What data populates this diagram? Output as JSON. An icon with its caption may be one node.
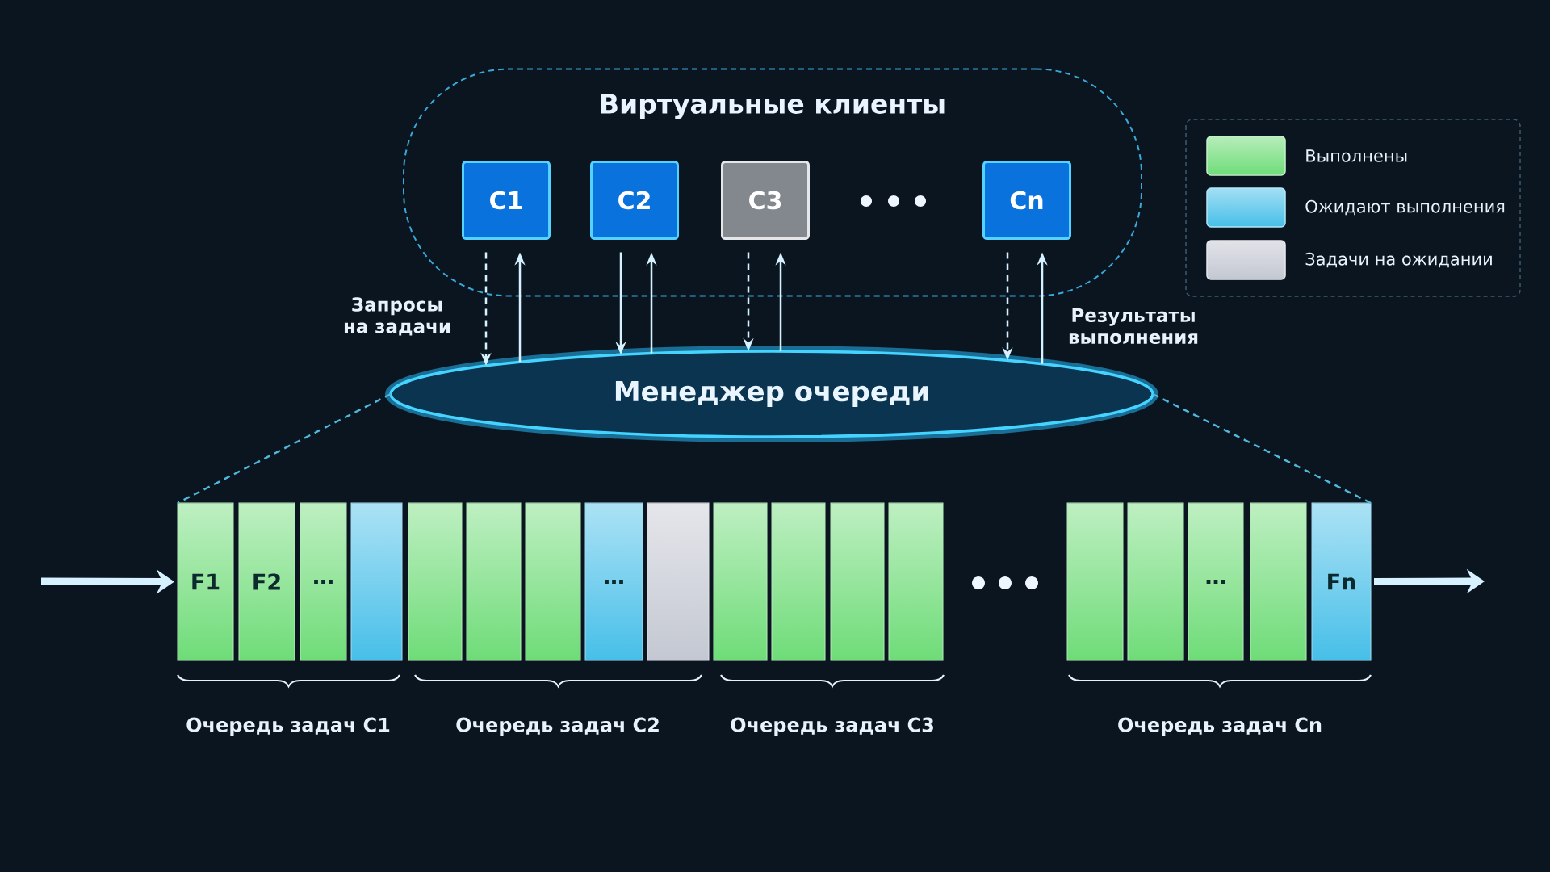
{
  "diagram": {
    "nodes": [
      {
        "text": [
          "Виртуальные клиенты"
        ]
      },
      {
        "text": [
          "C1"
        ],
        "in": 0
      },
      {
        "text": [
          "C2"
        ],
        "in": 0
      },
      {
        "text": [
          "C3"
        ],
        "in": 0
      },
      {
        "text": [
          "Cn"
        ],
        "in": 0
      },
      {
        "text": [
          "Менеджер очереди"
        ]
      },
      {
        "text": [
          "F1"
        ]
      },
      {
        "text": [
          "F2"
        ]
      },
      {
        "text": [
          "…"
        ]
      },
      {
        "text": [],
        "shape": "box"
      },
      {
        "text": [],
        "shape": "box"
      },
      {
        "text": [],
        "shape": "box"
      },
      {
        "text": [],
        "shape": "box"
      },
      {
        "text": [
          "…"
        ]
      },
      {
        "text": [],
        "shape": "box"
      },
      {
        "text": [],
        "shape": "box"
      },
      {
        "text": [],
        "shape": "box"
      },
      {
        "text": [],
        "shape": "box"
      },
      {
        "text": [],
        "shape": "box"
      },
      {
        "text": [],
        "shape": "box"
      },
      {
        "text": [],
        "shape": "box"
      },
      {
        "text": [
          "…"
        ]
      },
      {
        "text": [],
        "shape": "box"
      },
      {
        "text": [
          "Fn"
        ]
      }
    ],
    "edges": [
      {
        "from": 1,
        "to": 5,
        "arrow": "to",
        "style": "dashed"
      },
      {
        "from": 5,
        "to": 1,
        "arrow": "to"
      },
      {
        "from": 2,
        "to": 5,
        "arrow": "to"
      },
      {
        "from": 5,
        "to": 2,
        "arrow": "to"
      },
      {
        "from": 3,
        "to": 5,
        "arrow": "to",
        "style": "dashed"
      },
      {
        "from": 5,
        "to": 3,
        "arrow": "to"
      },
      {
        "from": 4,
        "to": 5,
        "arrow": "to",
        "style": "dashed"
      },
      {
        "from": 5,
        "to": 4,
        "arrow": "to"
      },
      {
        "from": null,
        "to": 6,
        "arrow": "to",
        "style": "thick"
      },
      {
        "from": 23,
        "to": null,
        "arrow": "to",
        "style": "thick"
      },
      {
        "from": 5,
        "to": 6,
        "arrow": "none",
        "style": "dashed",
        "color": "#4fb8dc"
      },
      {
        "from": 5,
        "to": 23,
        "arrow": "none",
        "style": "dashed",
        "color": "#4fb8dc"
      }
    ],
    "labels": [
      "Запросы на задачи",
      "Результаты выполнения",
      "Очередь задач C1",
      "Очередь задач C2",
      "Очередь задач C3",
      "Очередь задач Cn"
    ],
    "legend": [
      {
        "text": "Выполнены",
        "color": "#6fdc78"
      },
      {
        "text": "Ожидают выполнения",
        "color": "#47bfe8"
      },
      {
        "text": "Задачи на ожидании",
        "color": "#c4c8d2"
      }
    ]
  }
}
